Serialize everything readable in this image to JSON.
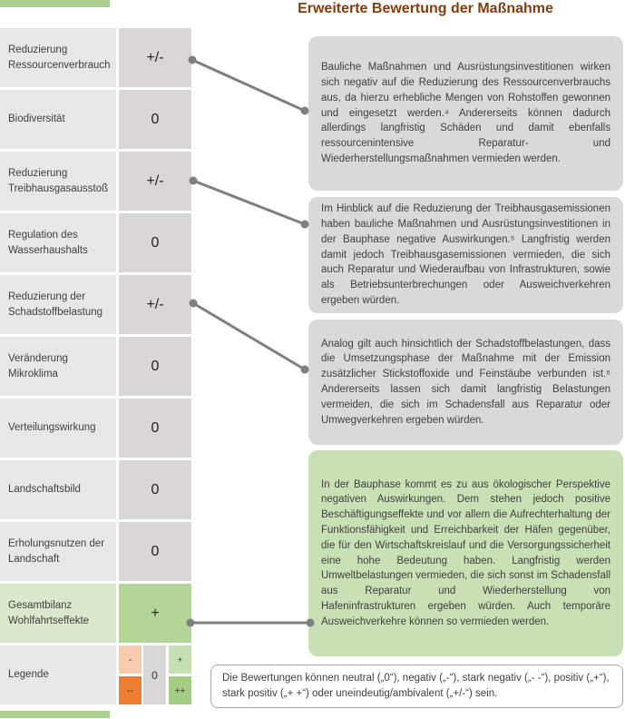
{
  "title": "Erweiterte Bewertung der Maßnahme",
  "colors": {
    "title": "#843c0c",
    "text": "#3f3f3f",
    "label_bg": "#e8e7e7",
    "rating_bg": "#d8d6d6",
    "green_label_bg": "#d9e8ca",
    "green_rating_bg": "#b3d598",
    "box_gray": "#d9d9d9",
    "box_green": "#c9e0b5",
    "green_bar": "#a9d08e",
    "connector": "#7f7f7f",
    "legend_minus": "#f8cbad",
    "legend_double_minus": "#ed7d31",
    "legend_plus": "#c6e0b4",
    "legend_double_plus": "#a2cd83",
    "note_border": "#a6a6a6"
  },
  "rows": [
    {
      "label": "Reduzierung Ressourcenverbrauch",
      "rating": "+/-"
    },
    {
      "label": "Biodiversität",
      "rating": "0"
    },
    {
      "label": "Reduzierung Treibhausgasausstoß",
      "rating": "+/-"
    },
    {
      "label": "Regulation des Wasserhaushalts",
      "rating": "0"
    },
    {
      "label": "Reduzierung der Schadstoffbelastung",
      "rating": "+/-"
    },
    {
      "label": "Veränderung Mikroklima",
      "rating": "0"
    },
    {
      "label": "Verteilungswirkung",
      "rating": "0"
    },
    {
      "label": "Landschaftsbild",
      "rating": "0"
    },
    {
      "label": "Erholungsnutzen der Landschaft",
      "rating": "0"
    },
    {
      "label": "Gesamtbilanz Wohlfahrtseffekte",
      "rating": "+"
    }
  ],
  "boxes": [
    {
      "tone": "gray",
      "text": "Bauliche Maßnahmen und Ausrüstungsinvestitionen wirken sich negativ auf die Reduzierung des Ressourcenverbrauchs aus, da hierzu erhebliche Mengen von Rohstoffen gewonnen und eingesetzt werden.⁴ Andererseits können dadurch allerdings langfristig Schäden und damit ebenfalls ressourcenintensive Reparatur- und Wiederherstellungsmaßnahmen vermieden werden."
    },
    {
      "tone": "gray",
      "text": "Im Hinblick auf die Reduzierung der Treibhausgasemissionen haben bauliche Maßnahmen und Ausrüstungsinvestitionen in der Bauphase negative Auswirkungen.⁵ Langfristig werden damit jedoch Treibhausgasemissionen vermieden, die sich auch Reparatur und Wiederaufbau von Infrastrukturen, sowie als Betriebsunterbrechungen oder Ausweichverkehren ergeben würden."
    },
    {
      "tone": "gray",
      "text": "Analog gilt auch hinsichtlich der Schadstoffbelastungen, dass die Umsetzungsphase der Maßnahme mit der Emission zusätzlicher Stickstoffoxide und Feinstäube verbunden ist.⁶ Andererseits lassen sich damit langfristig Belastungen vermeiden, die sich im Schadensfall aus Reparatur oder Umwegverkehren ergeben würden."
    },
    {
      "tone": "green",
      "text": "In der Bauphase kommt es zu aus ökologischer Perspektive negativen Auswirkungen. Dem stehen jedoch positive Beschäftigungseffekte und vor allem die Aufrechterhaltung der Funktionsfähigkeit und Erreichbarkeit der Häfen gegenüber, die für den Wirtschaftskreislauf und die Versorgungssicherheit eine hohe Bedeutung haben. Langfristig werden Umweltbelastungen vermieden, die sich sonst im Schadensfall aus Reparatur und Wiederherstellung von Hafeninfrastrukturen ergeben würden. Auch temporäre Ausweichverkehre können so vermieden werden."
    }
  ],
  "legend": {
    "label": "Legende",
    "minus": "-",
    "double_minus": "--",
    "zero": "0",
    "plus": "+",
    "double_plus": "++"
  },
  "note": {
    "text": "Die Bewertungen können neutral („0“), negativ („-“), stark negativ („- -“), positiv („+“), stark positiv („+ +“) oder uneindeutig/ambivalent („+/-“) sein."
  }
}
